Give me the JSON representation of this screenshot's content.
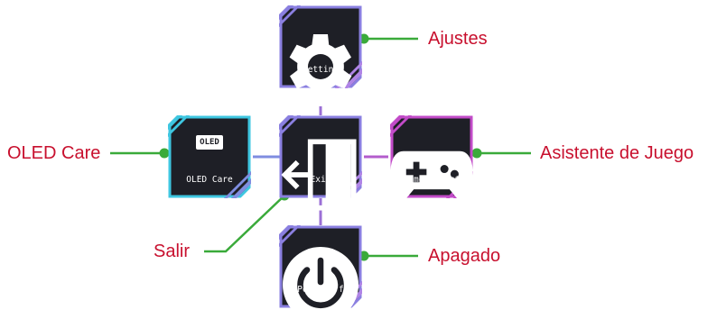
{
  "menu": {
    "setting": {
      "label": "Setting",
      "icon": "gear-icon",
      "color": "#8a7fe0"
    },
    "oled_care": {
      "label": "OLED Care",
      "icon": "oled-icon",
      "icon_text": "OLED",
      "color": "#3ec6e0"
    },
    "exit": {
      "label": "Exit",
      "icon": "exit-door-icon",
      "color": "#8a7fe0"
    },
    "game_assist": {
      "label": "Game Assist",
      "icon": "gamepad-icon",
      "color": "#c24bc8"
    },
    "power_off": {
      "label": "Power Off",
      "icon": "power-icon",
      "color": "#8a7fe0"
    }
  },
  "callouts": {
    "ajustes": "Ajustes",
    "oled_care": "OLED Care",
    "asistente": "Asistente de Juego",
    "salir": "Salir",
    "apagado": "Apagado"
  },
  "colors": {
    "tile_fill": "#1e1f26",
    "callout_line": "#3aaa3a",
    "callout_text": "#c8102e",
    "connector_purple": "#9b6fd6",
    "connector_blue": "#7f8de0"
  }
}
